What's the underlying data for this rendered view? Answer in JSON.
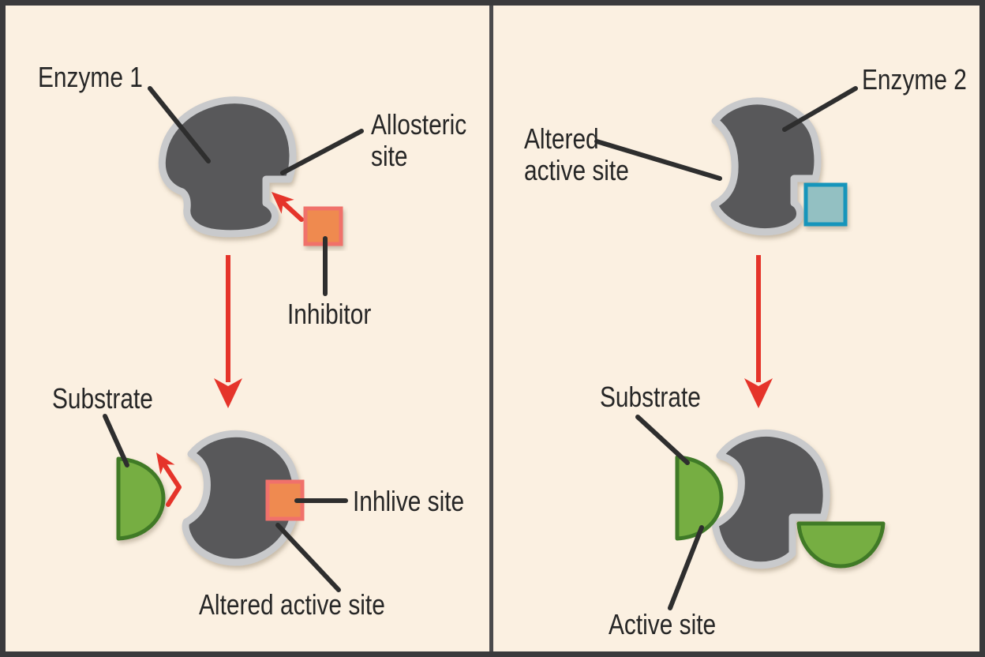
{
  "diagram": {
    "title_semantic": "Allosteric inhibition of enzymes",
    "left_panel": {
      "enzyme_label": "Enzyme 1",
      "allosteric_site_label_line1": "Allosteric",
      "allosteric_site_label_line2": "site",
      "inhibitor_label": "Inhibitor",
      "substrate_label": "Substrate",
      "bound_inhibitor_label": "Inhlive site",
      "altered_active_site_label": "Altered active site"
    },
    "right_panel": {
      "enzyme_label": "Enzyme 2",
      "altered_active_site_label_line1": "Altered",
      "altered_active_site_label_line2": "active site",
      "substrate_label": "Substrate",
      "active_site_label": "Active site"
    },
    "colors": {
      "background": "#fbf0e1",
      "frame_border": "#3a3a3c",
      "panel_divider": "#4a4a4c",
      "enzyme_fill": "#58595a",
      "enzyme_outline": "#c9cacc",
      "substrate_fill": "#76ae42",
      "substrate_stroke": "#3f7a27",
      "inhibitor_fill": "#ef8a50",
      "inhibitor_stroke": "#f0716b",
      "right_molecule_fill": "#93c0c2",
      "right_molecule_stroke": "#1495bb",
      "arrow_red": "#e5342a",
      "leader_line": "#2e2e2e",
      "label_text": "#262626"
    }
  }
}
